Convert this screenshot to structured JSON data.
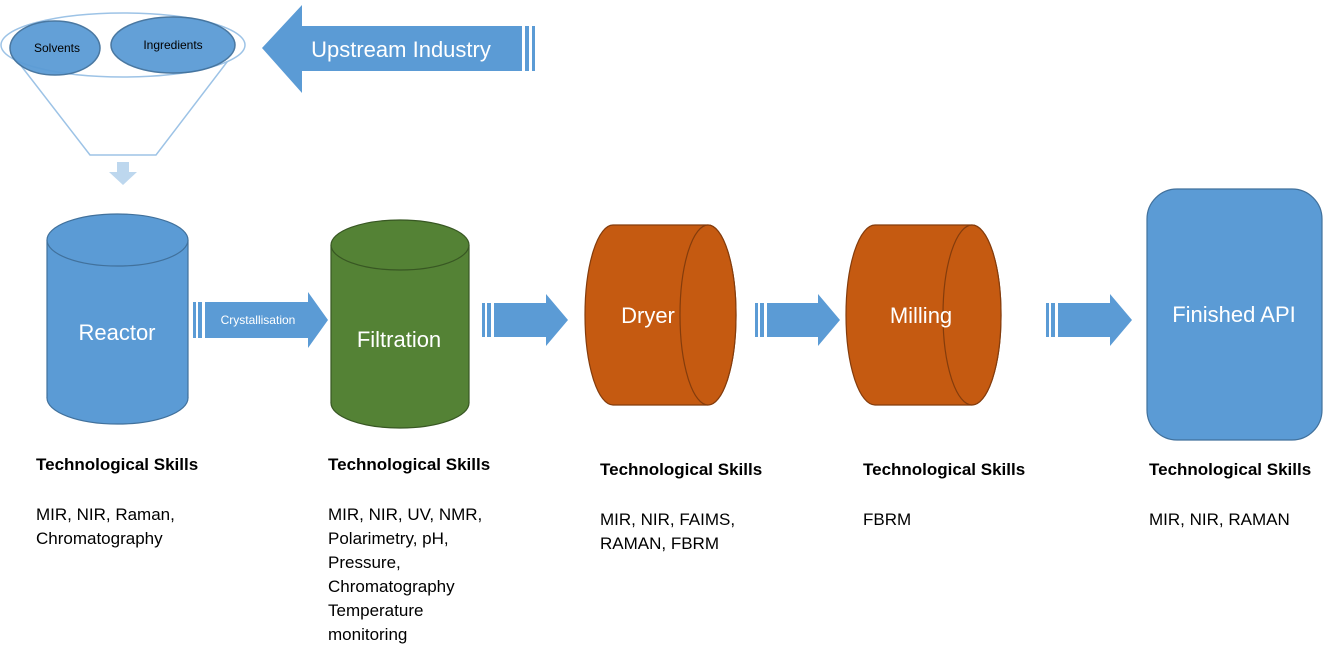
{
  "colors": {
    "blue": "#5b9bd5",
    "blue_dark": "#41719c",
    "green": "#548235",
    "green_dark": "#385723",
    "orange": "#c55a11",
    "orange_dark": "#843c0c",
    "funnel_fill": "#ffffff",
    "funnel_stroke": "#9dc3e6",
    "text_light": "#ffffff"
  },
  "inputs": {
    "solvents": "Solvents",
    "ingredients": "Ingredients",
    "upstream": "Upstream Industry"
  },
  "stages": {
    "reactor": {
      "label": "Reactor",
      "skills_title": "Technological Skills",
      "skills": "MIR, NIR, Raman,\nChromatography"
    },
    "crystallisation": "Crystallisation",
    "filtration": {
      "label": "Filtration",
      "skills_title": "Technological Skills",
      "skills": "MIR, NIR, UV, NMR,\nPolarimetry, pH,\nPressure,\nChromatography\nTemperature\nmonitoring"
    },
    "dryer": {
      "label": "Dryer",
      "skills_title": "Technological Skills",
      "skills": "MIR, NIR, FAIMS,\nRAMAN, FBRM"
    },
    "milling": {
      "label": "Milling",
      "skills_title": "Technological Skills",
      "skills": "FBRM"
    },
    "finished": {
      "label": "Finished API",
      "skills_title": "Technological Skills",
      "skills": "MIR, NIR, RAMAN"
    }
  }
}
